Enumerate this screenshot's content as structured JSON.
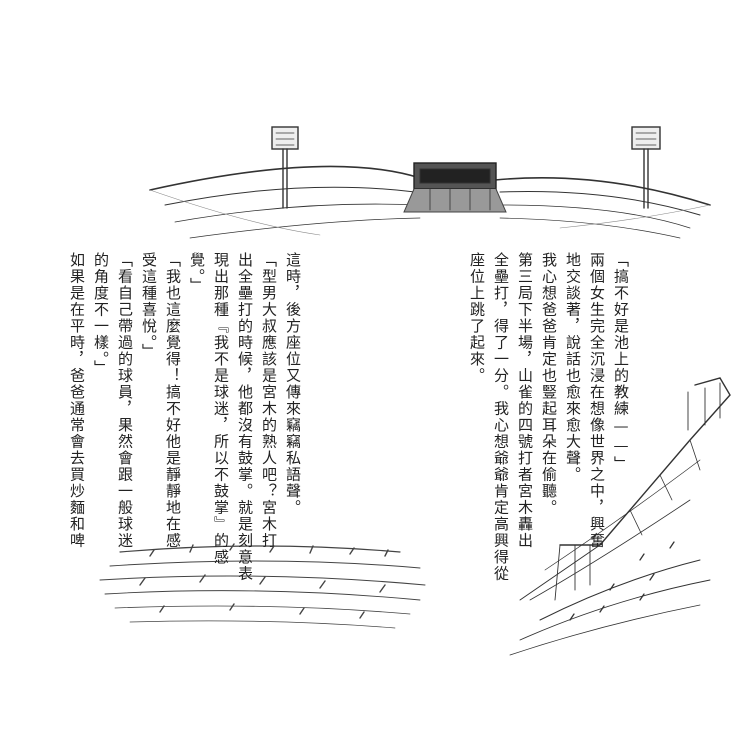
{
  "right_text": [
    "「搞不好是池上的教練——」",
    "兩個女生完全沉浸在想像世界之中，興奮",
    "地交談著，說話也愈來愈大聲。",
    "我心想爸爸肯定也豎起耳朵在偷聽。",
    "第三局下半場，山雀的四號打者宮木轟出",
    "全壘打，得了一分。我心想爺爺肯定高興得從",
    "座位上跳了起來。"
  ],
  "left_text": [
    "這時，後方座位又傳來竊竊私語聲。",
    "「型男大叔應該是宮木的熟人吧？宮木打",
    "出全壘打的時候，他都沒有鼓掌。就是刻意表",
    "現出那種『我不是球迷，所以不鼓掌』的感",
    "覺。」",
    "「我也這麼覺得！搞不好他是靜靜地在感",
    "受這種喜悅。」",
    "「看自己帶過的球員，果然會跟一般球迷",
    "的角度不一樣。」",
    "如果是在平時，爸爸通常會去買炒麵和啤"
  ]
}
